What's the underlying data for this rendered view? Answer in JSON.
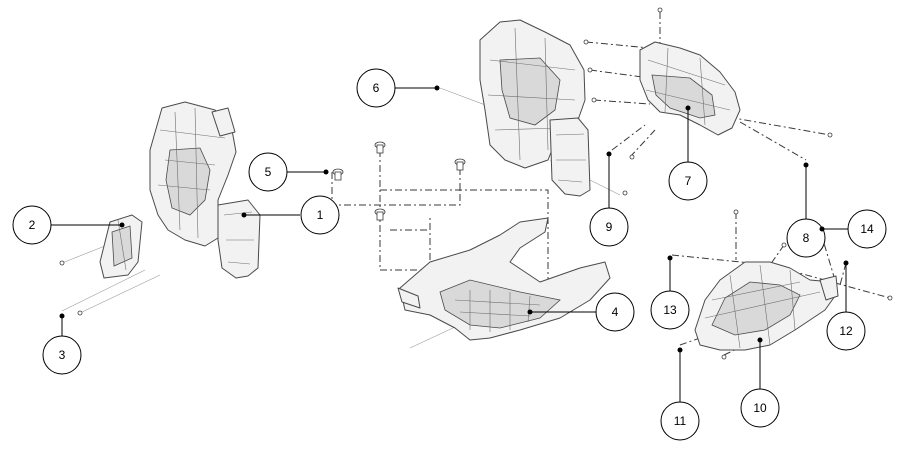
{
  "callouts": [
    {
      "id": "1",
      "label": "1"
    },
    {
      "id": "2",
      "label": "2"
    },
    {
      "id": "3",
      "label": "3"
    },
    {
      "id": "4",
      "label": "4"
    },
    {
      "id": "5",
      "label": "5"
    },
    {
      "id": "6",
      "label": "6"
    },
    {
      "id": "7",
      "label": "7"
    },
    {
      "id": "8",
      "label": "8"
    },
    {
      "id": "9",
      "label": "9"
    },
    {
      "id": "10",
      "label": "10"
    },
    {
      "id": "11",
      "label": "11"
    },
    {
      "id": "12",
      "label": "12"
    },
    {
      "id": "13",
      "label": "13"
    },
    {
      "id": "14",
      "label": "14"
    }
  ],
  "colors": {
    "line": "#000000",
    "part_fill": "#f2f2f2",
    "part_stroke": "#4a4a4a"
  }
}
